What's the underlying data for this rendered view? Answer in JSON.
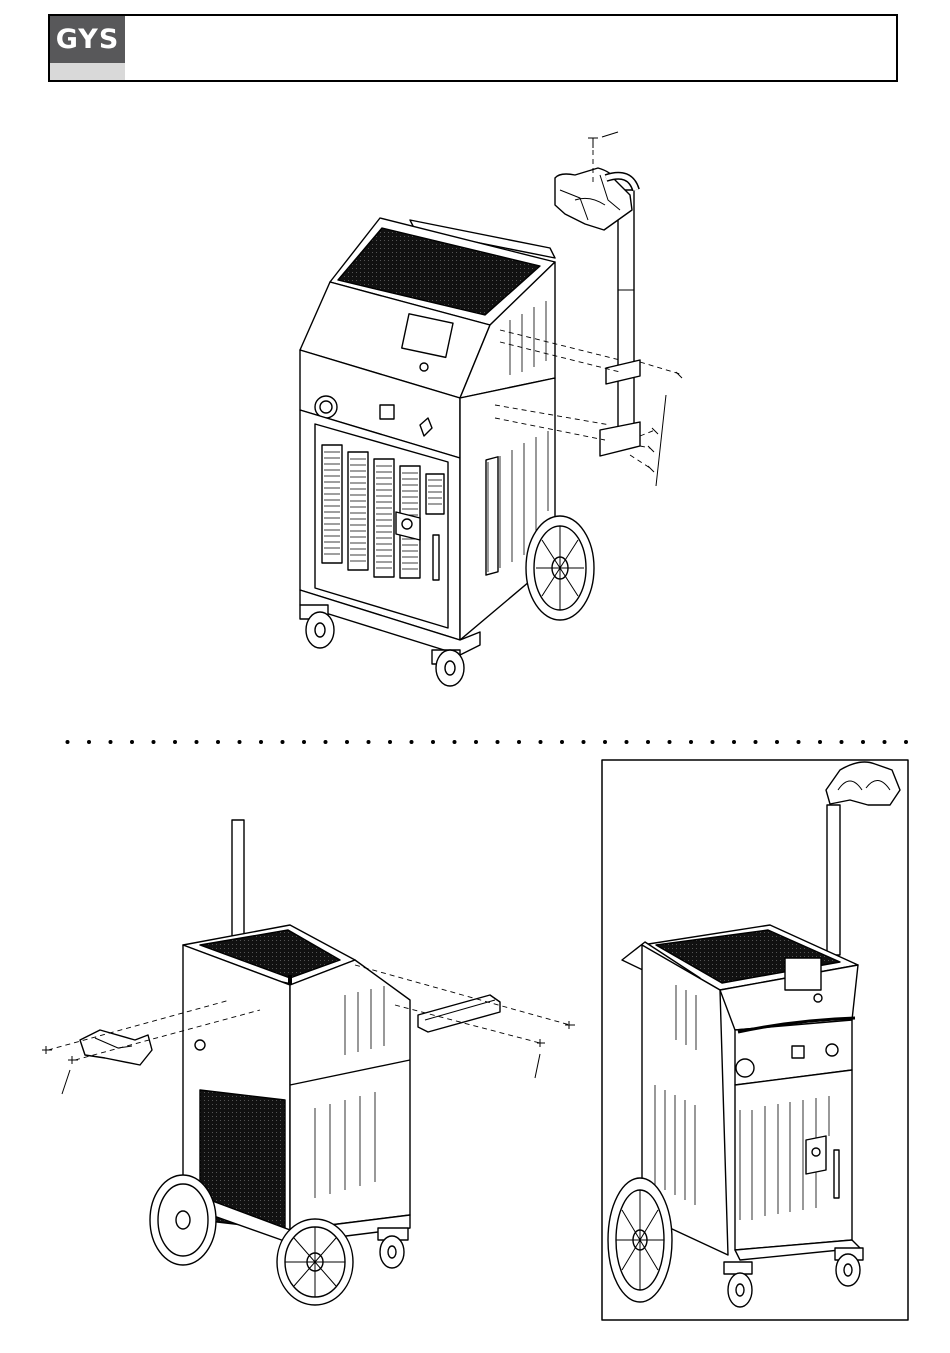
{
  "header": {
    "logo_text": "GYS",
    "logo_colors": {
      "dark": "#58585a",
      "light": "#d9d9d9"
    }
  },
  "figures": [
    {
      "id": "mast-assembly",
      "icon": "exploded-view-mast-on-cart"
    },
    {
      "id": "bracket-assembly",
      "icon": "exploded-view-rear-bracket"
    },
    {
      "id": "assembled-result",
      "icon": "assembled-unit-view"
    }
  ],
  "separator": {
    "style": "dotted"
  }
}
